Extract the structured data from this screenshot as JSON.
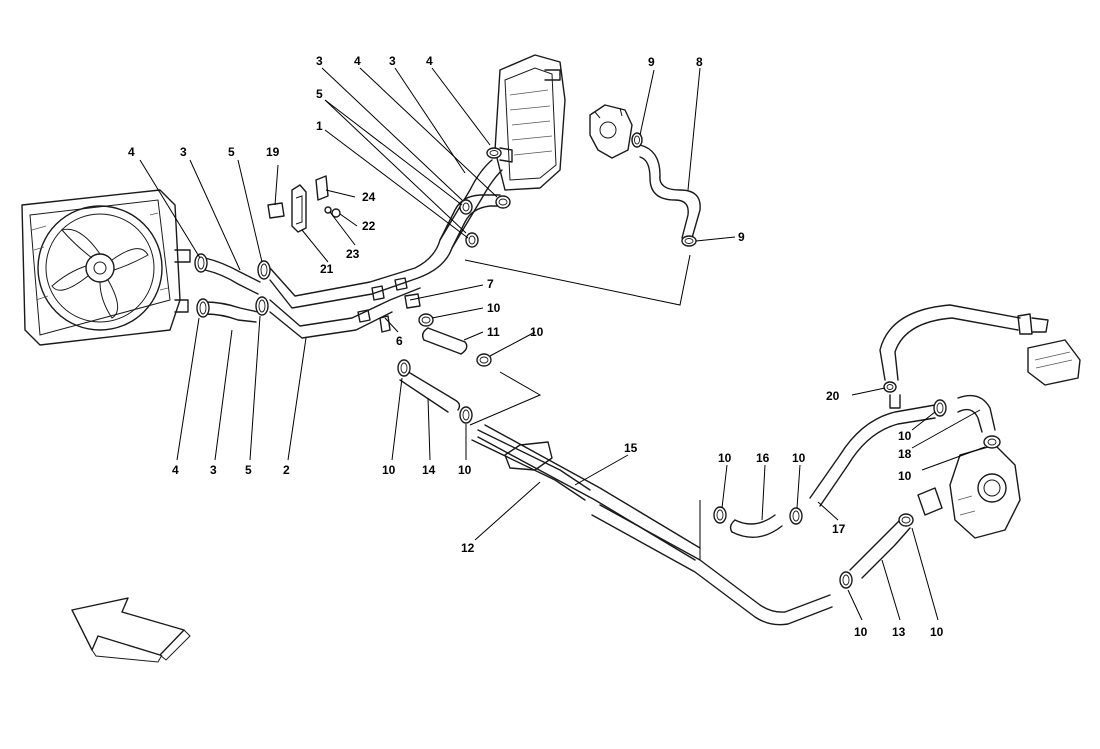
{
  "callouts": [
    {
      "id": "c1",
      "text": "3"
    },
    {
      "id": "c2",
      "text": "4"
    },
    {
      "id": "c3",
      "text": "3"
    },
    {
      "id": "c4",
      "text": "4"
    },
    {
      "id": "c5",
      "text": "5"
    },
    {
      "id": "c6",
      "text": "1"
    },
    {
      "id": "c7",
      "text": "4"
    },
    {
      "id": "c8",
      "text": "3"
    },
    {
      "id": "c9",
      "text": "5"
    },
    {
      "id": "c10",
      "text": "19"
    },
    {
      "id": "c11",
      "text": "24"
    },
    {
      "id": "c12",
      "text": "22"
    },
    {
      "id": "c13",
      "text": "23"
    },
    {
      "id": "c14",
      "text": "21"
    },
    {
      "id": "c15",
      "text": "9"
    },
    {
      "id": "c16",
      "text": "8"
    },
    {
      "id": "c17",
      "text": "9"
    },
    {
      "id": "c18",
      "text": "7"
    },
    {
      "id": "c19",
      "text": "10"
    },
    {
      "id": "c20",
      "text": "11"
    },
    {
      "id": "c21",
      "text": "10"
    },
    {
      "id": "c22",
      "text": "6"
    },
    {
      "id": "c23",
      "text": "4"
    },
    {
      "id": "c24",
      "text": "3"
    },
    {
      "id": "c25",
      "text": "5"
    },
    {
      "id": "c26",
      "text": "2"
    },
    {
      "id": "c27",
      "text": "10"
    },
    {
      "id": "c28",
      "text": "14"
    },
    {
      "id": "c29",
      "text": "10"
    },
    {
      "id": "c30",
      "text": "15"
    },
    {
      "id": "c31",
      "text": "12"
    },
    {
      "id": "c32",
      "text": "20"
    },
    {
      "id": "c33",
      "text": "10"
    },
    {
      "id": "c34",
      "text": "18"
    },
    {
      "id": "c35",
      "text": "10"
    },
    {
      "id": "c36",
      "text": "10"
    },
    {
      "id": "c37",
      "text": "16"
    },
    {
      "id": "c38",
      "text": "10"
    },
    {
      "id": "c39",
      "text": "17"
    },
    {
      "id": "c40",
      "text": "10"
    },
    {
      "id": "c41",
      "text": "13"
    },
    {
      "id": "c42",
      "text": "10"
    }
  ]
}
